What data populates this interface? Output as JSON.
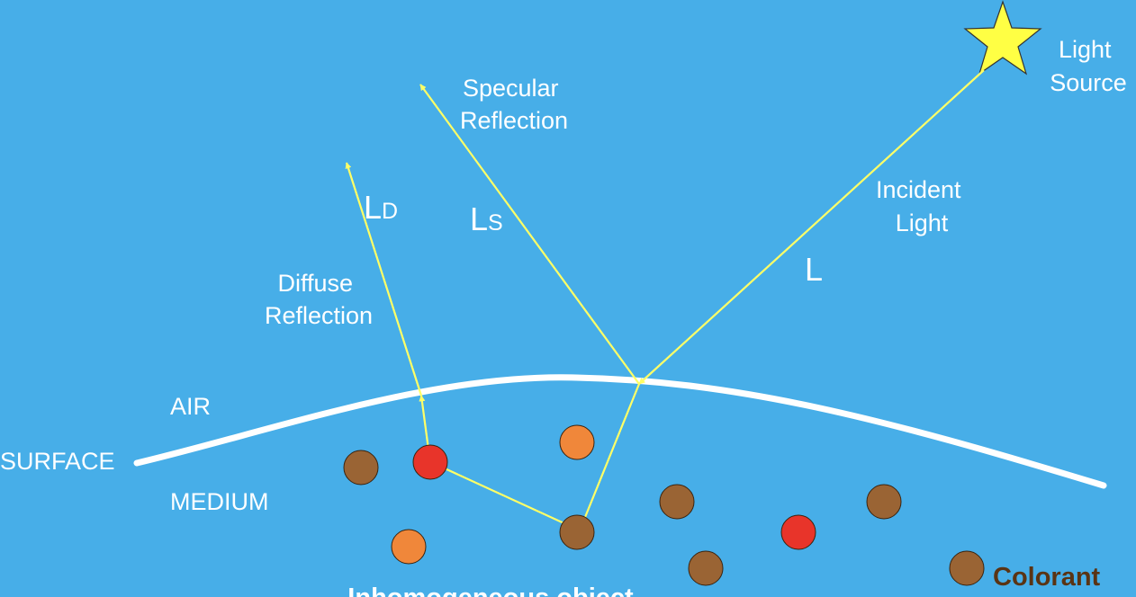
{
  "colors": {
    "background": "#47aee8",
    "surface_line": "#ffffff",
    "ray": "#ffff66",
    "star": "#ffff44",
    "label_text": "#ffffff",
    "particle_brown": "#9a6434",
    "particle_orange": "#f0873a",
    "particle_red": "#e8342a",
    "colorant_text": "#5a3414",
    "particle_stroke": "#3a2410"
  },
  "labels": {
    "light_source": [
      "Light",
      "Source"
    ],
    "specular_reflection": [
      "Specular",
      "Reflection"
    ],
    "incident_light": [
      "Incident",
      "Light"
    ],
    "diffuse_reflection": [
      "Diffuse",
      "Reflection"
    ],
    "l": "L",
    "ls_main": "L",
    "ls_sub": "S",
    "ld_main": "L",
    "ld_sub": "D",
    "air": "AIR",
    "surface": "SURFACE",
    "medium": "MEDIUM",
    "colorant": "Colorant",
    "object": "Inhomogeneous object"
  }
}
